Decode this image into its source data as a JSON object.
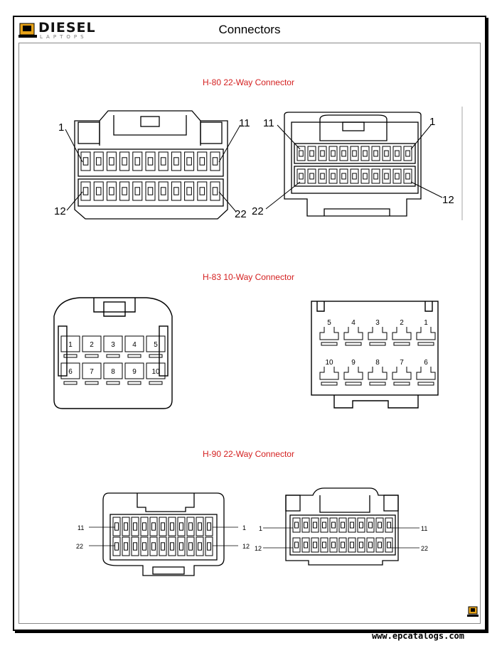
{
  "header": {
    "logo_word": "DIESEL",
    "logo_sub": "LAPTOPS",
    "title": "Connectors"
  },
  "sections": [
    {
      "caption": "H-80 22-Way Connector",
      "left_labels": [
        "1",
        "11",
        "12",
        "22"
      ],
      "right_labels": [
        "11",
        "1",
        "22",
        "12"
      ]
    },
    {
      "caption": "H-83 10-Way Connector",
      "left_pins": [
        "1",
        "2",
        "3",
        "4",
        "5",
        "6",
        "7",
        "8",
        "9",
        "10"
      ],
      "right_pins": [
        "5",
        "4",
        "3",
        "2",
        "1",
        "10",
        "9",
        "8",
        "7",
        "6"
      ]
    },
    {
      "caption": "H-90 22-Way Connector",
      "left_labels": [
        "11",
        "1",
        "22",
        "12"
      ],
      "right_labels": [
        "1",
        "11",
        "12",
        "22"
      ]
    }
  ],
  "footer": {
    "url": "www.epcatalogs.com"
  },
  "colors": {
    "caption": "#d42020",
    "line": "#000000"
  }
}
